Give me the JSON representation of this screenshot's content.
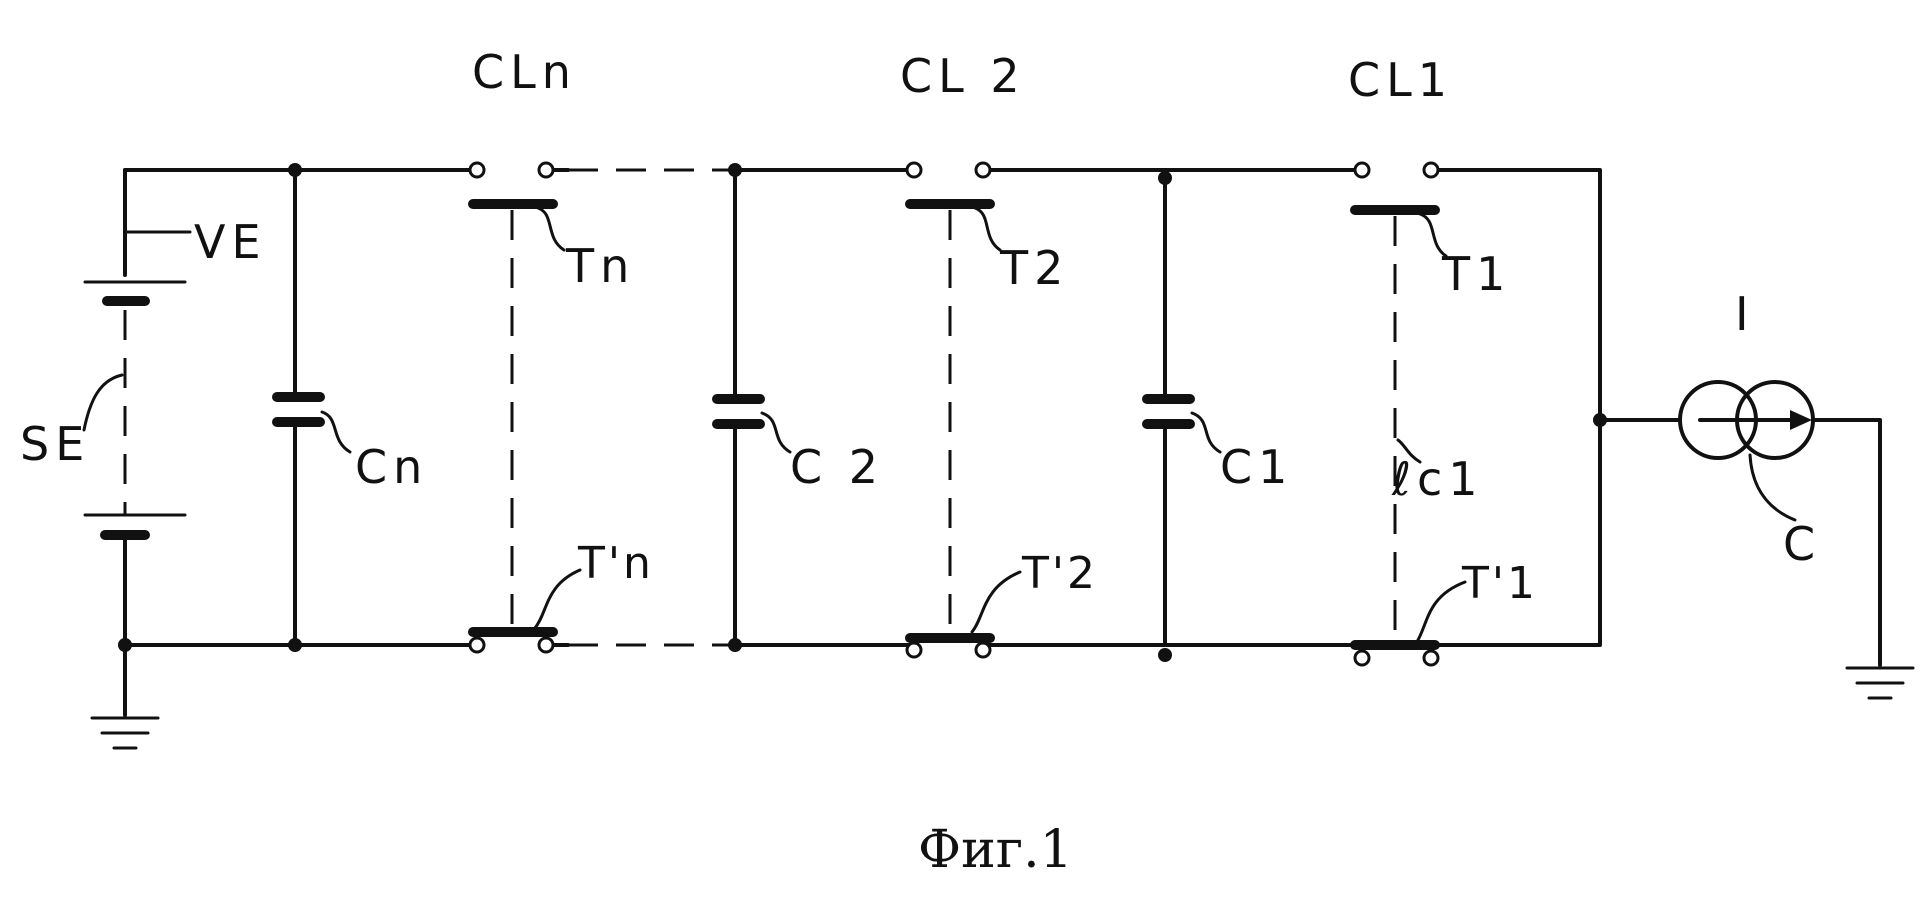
{
  "labels": {
    "cln": "CLn",
    "cl2": "CL 2",
    "cl1": "CL1",
    "ve": "VE",
    "se": "SE",
    "cn": "Cn",
    "c2": "C 2",
    "c1": "C1",
    "tn": "Tn",
    "t2": "T2",
    "t1": "T1",
    "tpn": "T'n",
    "tp2": "T'2",
    "tp1": "T'1",
    "lc1": "ℓc1",
    "i": "I",
    "c": "C"
  },
  "caption": "Фиг.1"
}
